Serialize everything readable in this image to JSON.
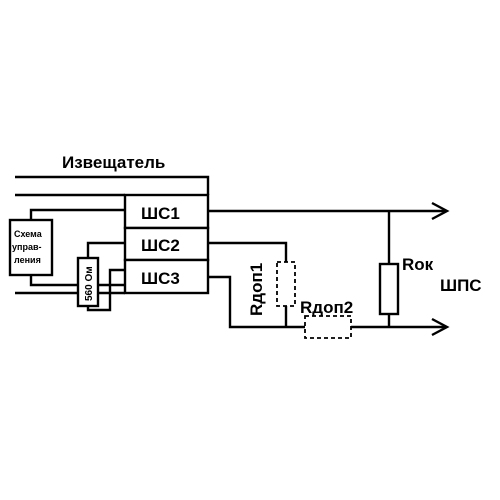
{
  "diagram": {
    "detector_label": "Извещатель",
    "control_circuit_line1": "Схема",
    "control_circuit_line2": "управ-",
    "control_circuit_line3": "ления",
    "resistor_fixed": "560 Ом",
    "loops": [
      "ШС1",
      "ШС2",
      "ШС3"
    ],
    "r_add1": "Rдоп1",
    "r_add2": "Rдоп2",
    "r_end": "Rок",
    "loop_label": "ШПС"
  }
}
